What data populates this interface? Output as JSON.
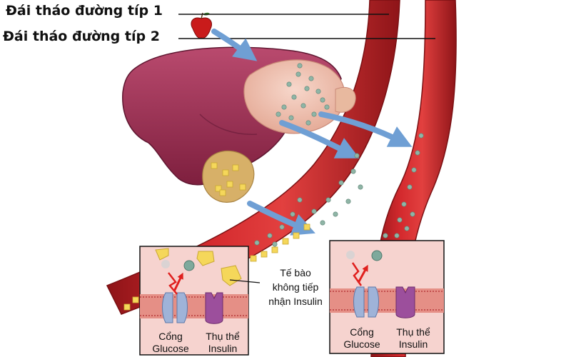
{
  "labels": {
    "type1": "Đái tháo đường típ 1",
    "type2": "Đái tháo đường típ 2"
  },
  "left_panel": {
    "channel_label": "Cổng\nGlucose",
    "receptor_label": "Thụ thể\nInsulin",
    "note": "Tế bào\nkhông tiếp\nnhận Insulin"
  },
  "right_panel": {
    "channel_label": "Cổng\nGlucose",
    "receptor_label": "Thụ thể\nInsulin"
  },
  "colors": {
    "vessel": "#d42a2e",
    "liver": "#a8355a",
    "pancreas": "#e8b9a6",
    "glucose": "#8fb5a6",
    "insulin": "#f5d75a",
    "arrow": "#6f9fd4",
    "panel_bg": "#f6d3cf",
    "membrane": "#d46a6a"
  }
}
